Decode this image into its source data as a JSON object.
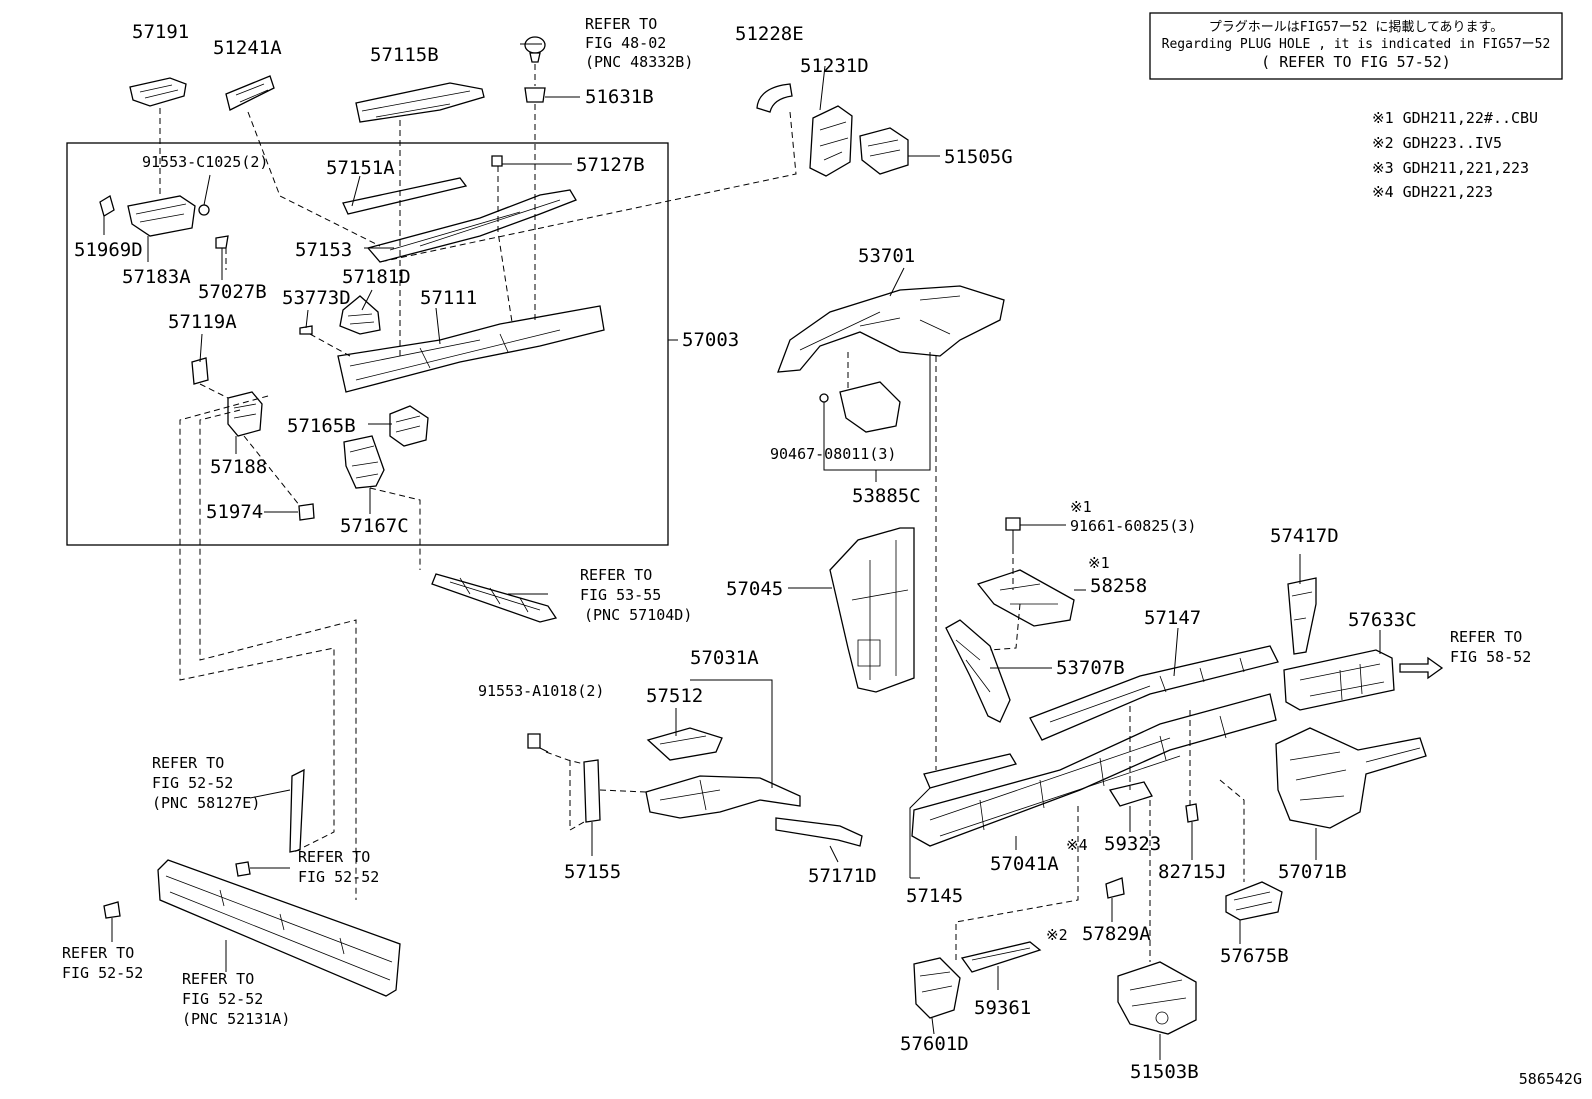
{
  "note": {
    "line1": "プラグホールはFIG57ー52 に掲載してあります。",
    "line2": "Regarding PLUG HOLE , it is indicated in FIG57ー52",
    "line3": "( REFER TO FIG 57-52)"
  },
  "applicability": [
    "※1 GDH211,22#..CBU",
    "※2 GDH223..IV5",
    "※3 GDH211,221,223",
    "※4 GDH221,223"
  ],
  "parts": {
    "p57191": "57191",
    "p51241A": "51241A",
    "p57115B": "57115B",
    "p51631B": "51631B",
    "p51228E": "51228E",
    "p51231D": "51231D",
    "p51505G": "51505G",
    "p91553C": "91553-C1025(2)",
    "p57151A": "57151A",
    "p57127B": "57127B",
    "p51969D": "51969D",
    "p57183A": "57183A",
    "p57027B": "57027B",
    "p57153": "57153",
    "p57181D": "57181D",
    "p53773D": "53773D",
    "p57111": "57111",
    "p57003": "57003",
    "p57119A": "57119A",
    "p57165B": "57165B",
    "p57188": "57188",
    "p51974": "51974",
    "p57167C": "57167C",
    "p53701": "53701",
    "p90467": "90467-08011(3)",
    "p53885C": "53885C",
    "p91661": "91661-60825(3)",
    "p58258": "58258",
    "p57417D": "57417D",
    "p57045": "57045",
    "p57147": "57147",
    "p57633C": "57633C",
    "p53707B": "53707B",
    "p57031A": "57031A",
    "p91553A": "91553-A1018(2)",
    "p57512": "57512",
    "p57155": "57155",
    "p57171D": "57171D",
    "p57145": "57145",
    "p57041A": "57041A",
    "p59323": "59323",
    "p82715J": "82715J",
    "p57071B": "57071B",
    "p57829A": "57829A",
    "p57675B": "57675B",
    "p59361": "59361",
    "p57601D": "57601D",
    "p51503B": "51503B"
  },
  "marks": {
    "m1a": "※1",
    "m1b": "※1",
    "m4": "※4",
    "m2": "※2"
  },
  "refs": {
    "r4802": [
      "REFER TO",
      "FIG 48-02",
      "(PNC 48332B)"
    ],
    "r5355": [
      "REFER TO",
      "FIG 53-55",
      "(PNC 57104D)"
    ],
    "r5852": [
      "REFER TO",
      "FIG 58-52"
    ],
    "r5252a": [
      "REFER TO",
      "FIG 52-52",
      "(PNC 58127E)"
    ],
    "r5252b": [
      "REFER TO",
      "FIG 52-52"
    ],
    "r5252c": [
      "REFER TO",
      "FIG 52-52"
    ],
    "r5252d": [
      "REFER TO",
      "FIG 52-52",
      "(PNC 52131A)"
    ]
  },
  "figure_id": "586542G"
}
